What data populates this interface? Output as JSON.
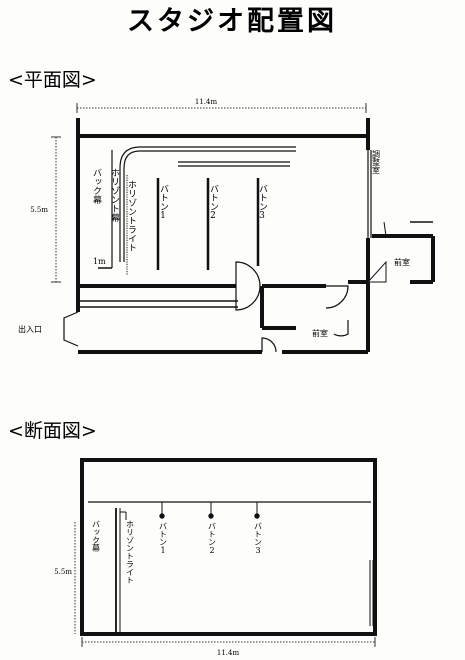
{
  "title": "スタジオ配置図",
  "plan": {
    "heading": "<平面図>",
    "width_label": "11.4m",
    "height_label": "5.5m",
    "scale_label": "1m",
    "labels": {
      "back_curtain": "バック幕",
      "horizon_curtain": "ホリゾント幕",
      "horizon_light": "ホリゾントライト",
      "baton1": "バトン1",
      "baton2": "バトン2",
      "baton3": "バトン3",
      "control_room": "調整室",
      "front_room_right": "前室",
      "front_room_bottom": "前室",
      "entrance": "出入口"
    }
  },
  "section": {
    "heading": "<断面図>",
    "width_label": "11.4m",
    "height_label": "5.5m",
    "labels": {
      "back_curtain": "バック幕",
      "horizon_light": "ホリゾントライト",
      "baton1": "バトン1",
      "baton2": "バトン2",
      "baton3": "バトン3"
    }
  }
}
